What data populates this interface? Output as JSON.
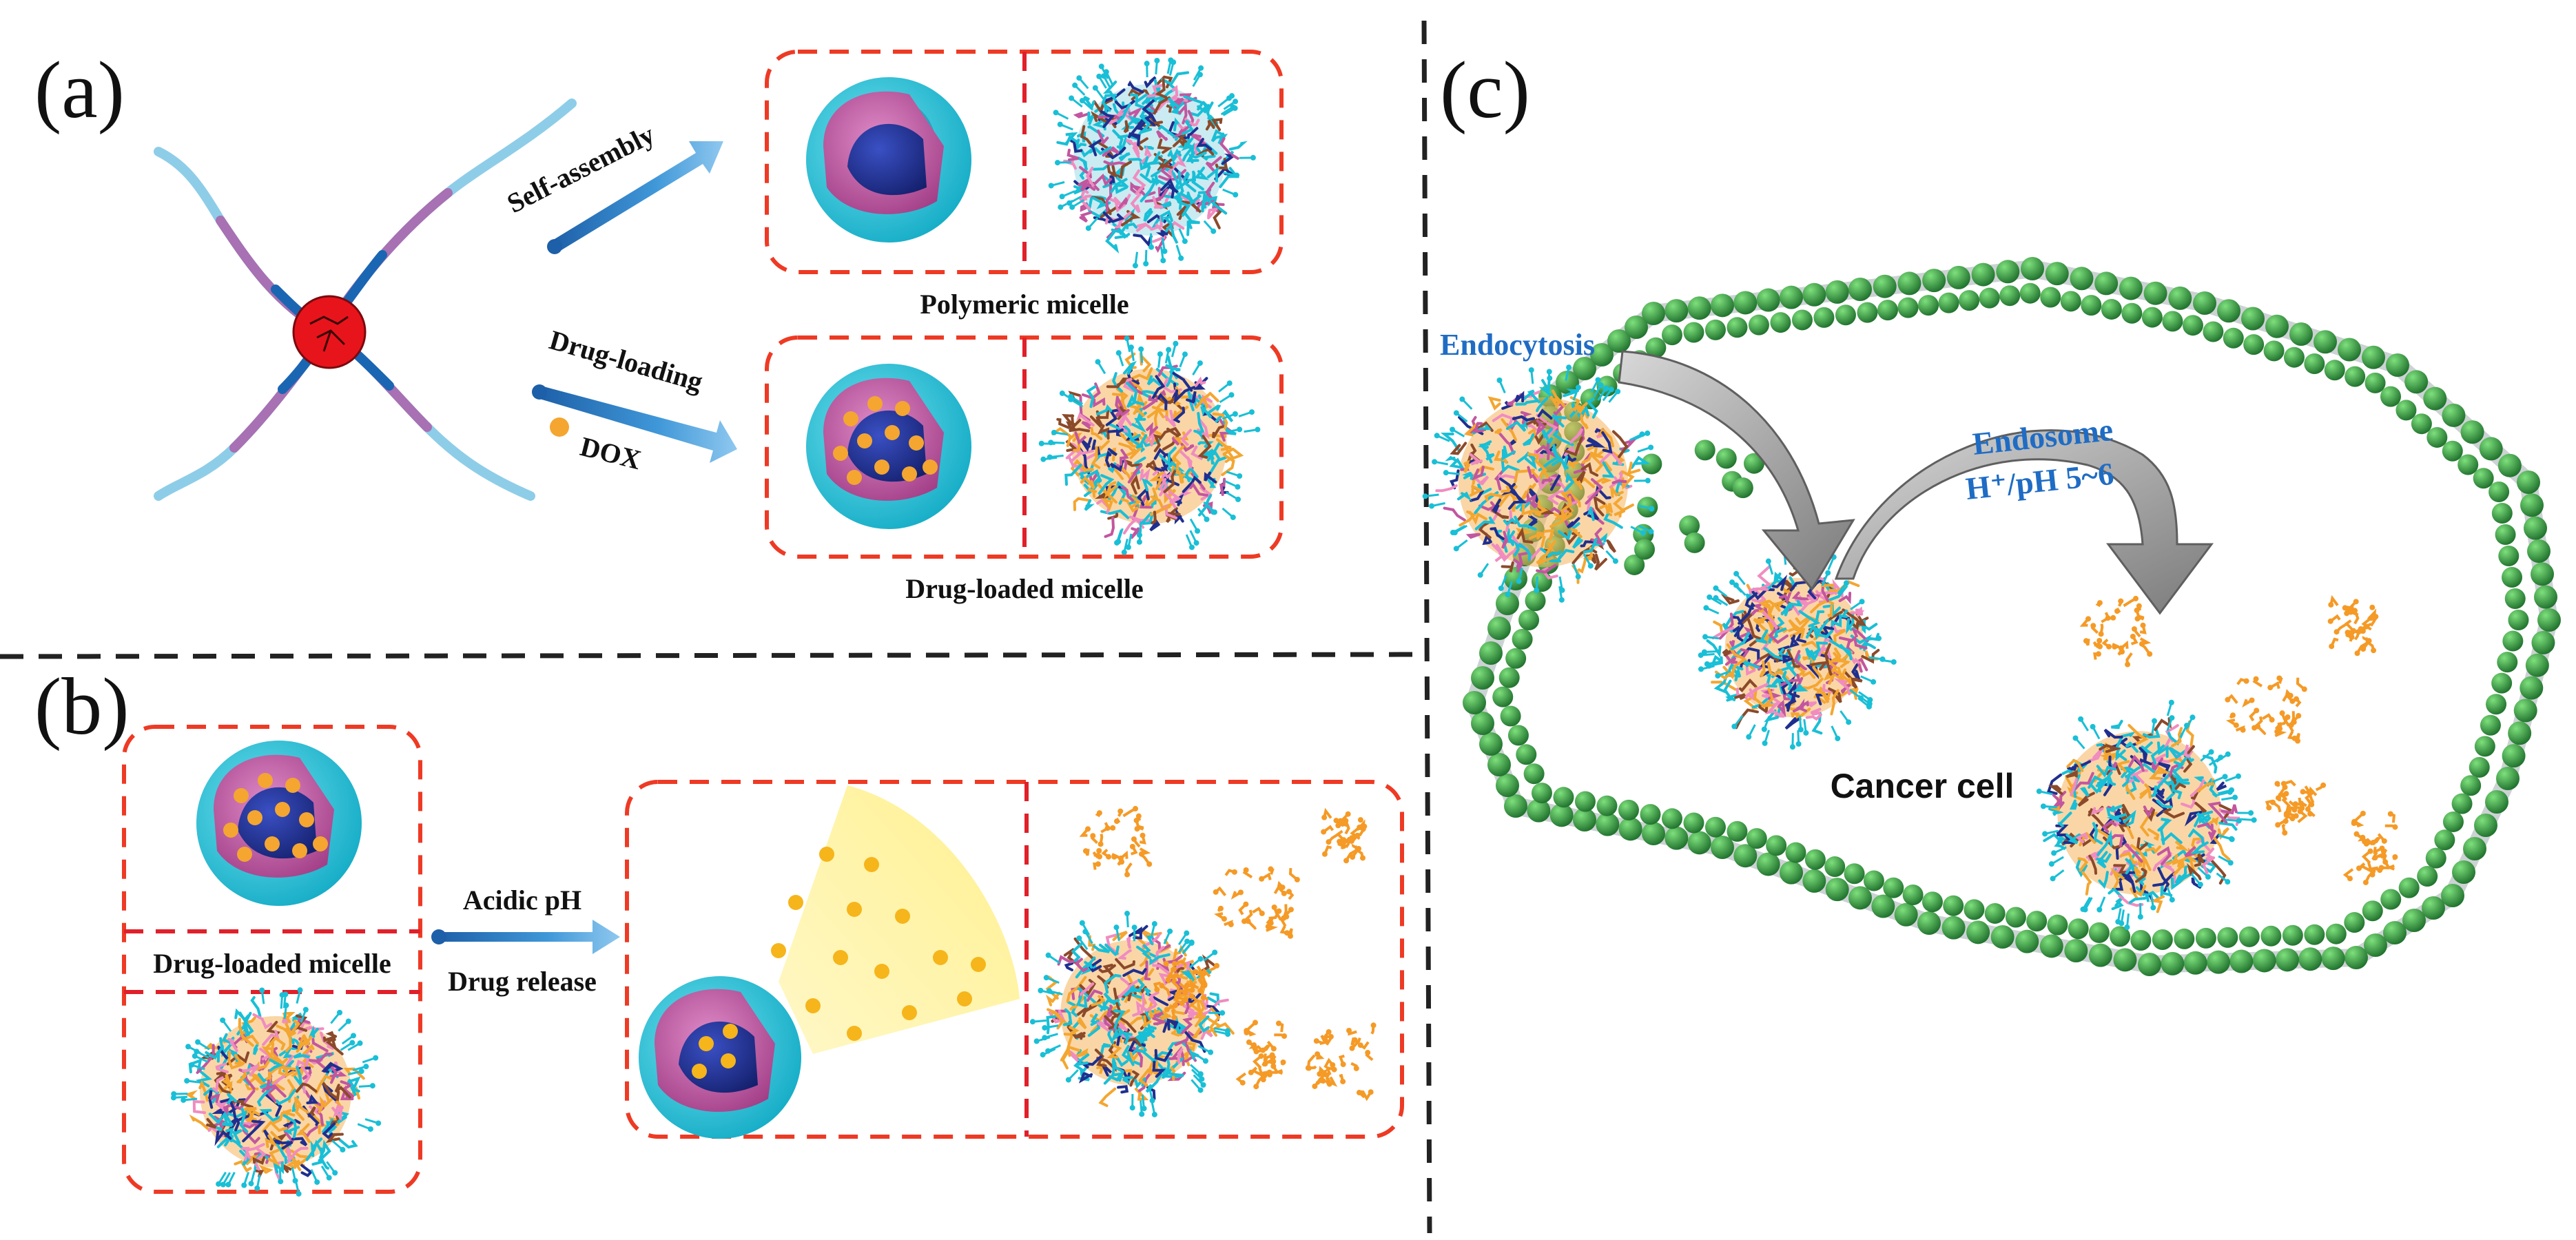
{
  "panels": {
    "a": {
      "label": "(a)",
      "self_assembly": "Self-assembly",
      "drug_loading": "Drug-loading",
      "dox": "DOX",
      "polymeric_micelle": "Polymeric micelle",
      "drug_loaded_micelle": "Drug-loaded micelle"
    },
    "b": {
      "label": "(b)",
      "drug_loaded_micelle": "Drug-loaded micelle",
      "acidic_ph": "Acidic pH",
      "drug_release": "Drug release"
    },
    "c": {
      "label": "(c)",
      "endocytosis": "Endocytosis",
      "endosome": "Endosome",
      "endosome_ph": "H⁺/pH 5~6",
      "cancer_cell": "Cancer cell"
    }
  },
  "colors": {
    "box_border": "#ee3a24",
    "divider": "#e0202a",
    "shell_cyan": "#19bfd6",
    "shell_pink": "#c2569f",
    "core_navy": "#1f2f8f",
    "drug_orange": "#f4a631",
    "release_yellow": "#fff3a0",
    "membrane_green": "#2e9a3e",
    "arrow_blue": "#2e86c9",
    "label_blue": "#1f6cc4"
  }
}
